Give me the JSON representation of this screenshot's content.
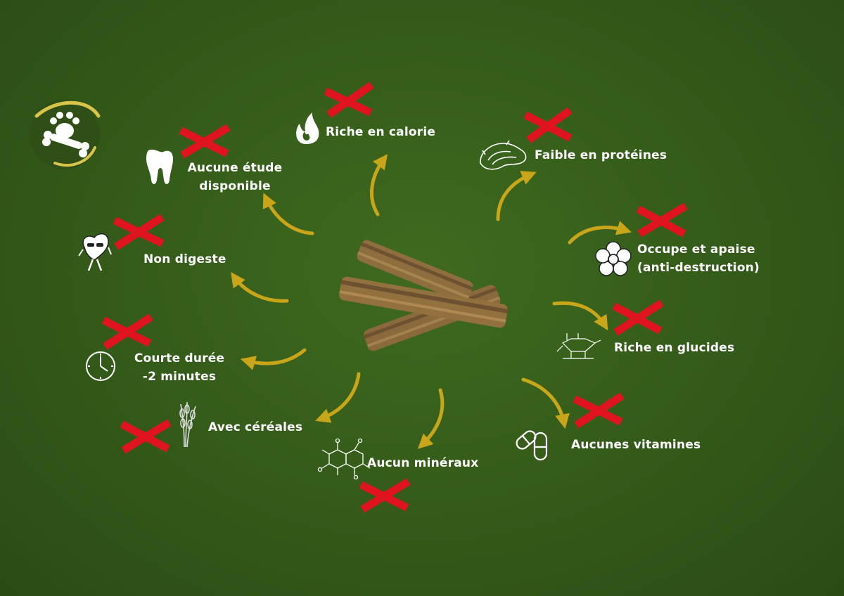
{
  "colors": {
    "background": "#355c1a",
    "arrow": "#c9a51a",
    "cross": "#e0141e",
    "text": "#ffffff",
    "logo_bg": "#2f4f16",
    "logo_ring": "#d8c44a"
  },
  "logo": {
    "icon": "paw-bone-logo"
  },
  "center": {
    "image": "dental-chew-sticks"
  },
  "items": [
    {
      "id": "calorie",
      "icon": "flame-icon",
      "line1": "Riche en calorie",
      "status": "cross"
    },
    {
      "id": "proteines",
      "icon": "meat-icon",
      "line1": "Faible en protéines",
      "status": "cross"
    },
    {
      "id": "apaise",
      "icon": "flower-icon",
      "line1": "Occupe et apaise",
      "line2": "(anti-destruction)",
      "status": "cross"
    },
    {
      "id": "glucides",
      "icon": "glucose-molecule-icon",
      "line1": "Riche en glucides",
      "status": "cross"
    },
    {
      "id": "vitamines",
      "icon": "pills-icon",
      "line1": "Aucunes vitamines",
      "status": "cross"
    },
    {
      "id": "mineraux",
      "icon": "molecule-icon",
      "line1": "Aucun minéraux",
      "status": "cross"
    },
    {
      "id": "cereales",
      "icon": "wheat-icon",
      "line1": "Avec céréales",
      "status": "cross"
    },
    {
      "id": "duree",
      "icon": "clock-icon",
      "line1": "Courte durée",
      "line2": "-2 minutes",
      "status": "cross"
    },
    {
      "id": "digeste",
      "icon": "stomach-icon",
      "line1": "Non digeste",
      "status": "cross"
    },
    {
      "id": "etude",
      "icon": "tooth-icon",
      "line1": "Aucune étude",
      "line2": "disponible",
      "status": "cross"
    }
  ]
}
